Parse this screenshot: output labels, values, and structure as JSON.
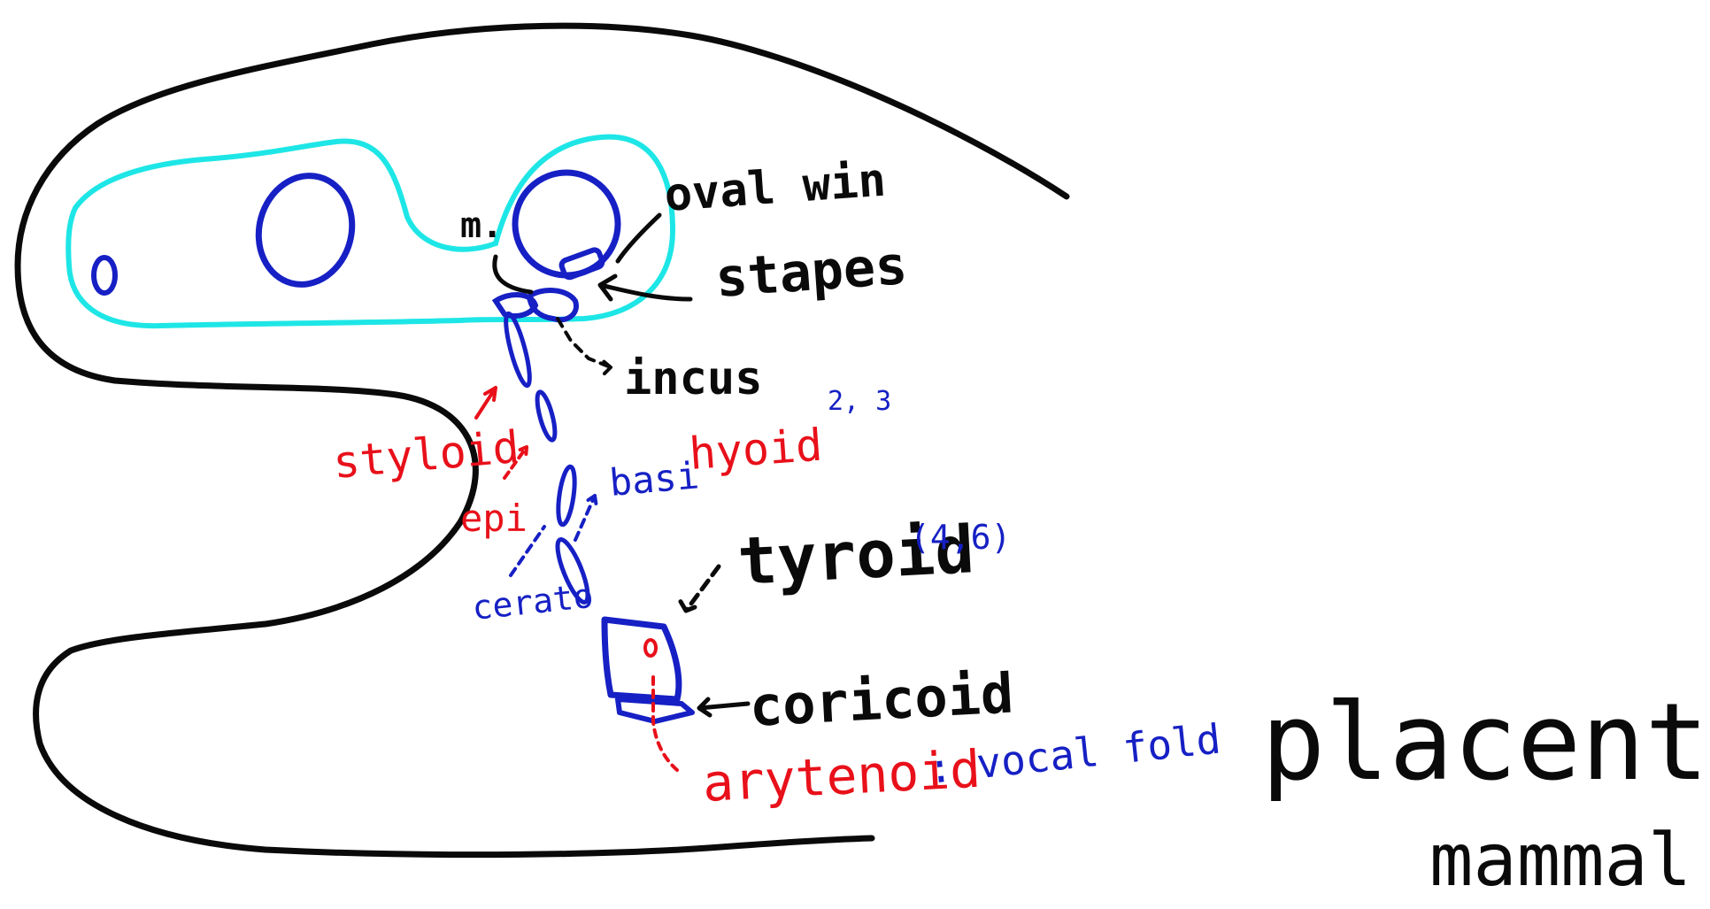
{
  "colors": {
    "outline": "#0a0a0a",
    "tympanic_cyan": "#1ee6e6",
    "cartilage_blue": "#1620c4",
    "label_red": "#e8101a",
    "label_black": "#0a0a0a",
    "label_blue": "#1620c4"
  },
  "labels": {
    "m": "m.",
    "oval_window": "oval win",
    "stapes": "stapes",
    "incus": "incus",
    "styloid": "styloid",
    "hyoid": "hyoid",
    "arch_numbers": "2, 3",
    "basi": "basi",
    "epi": "epi",
    "cerato": "cerato",
    "thyroid": "tyroid",
    "thyroid_arch": "(4,6)",
    "cricoid": "coricoid",
    "arytenoid": "arytenoid",
    "vocal_fold": ": vocal fold",
    "title_line1": "placent",
    "title_line2": "mammal"
  }
}
